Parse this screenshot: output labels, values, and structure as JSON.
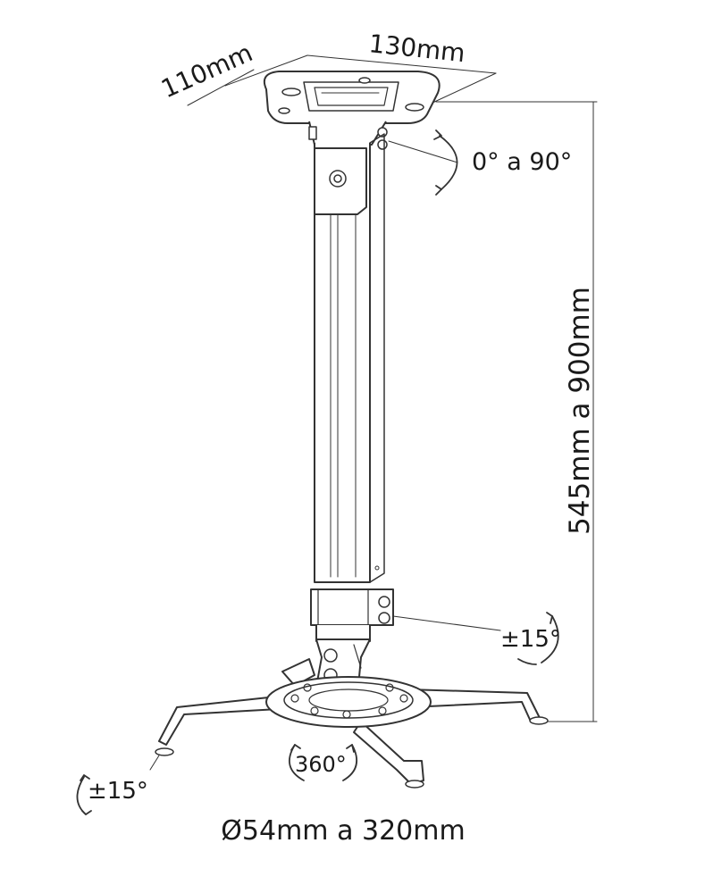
{
  "dimensions": {
    "plate_depth": "110mm",
    "plate_width": "130mm",
    "top_tilt": "0° a 90°",
    "height_range": "545mm a 900mm",
    "head_tilt": "±15°",
    "rotation": "360°",
    "arm_tilt": "±15°",
    "mount_span": "Ø54mm a 320mm"
  },
  "colors": {
    "line": "#333333",
    "background": "#ffffff"
  }
}
